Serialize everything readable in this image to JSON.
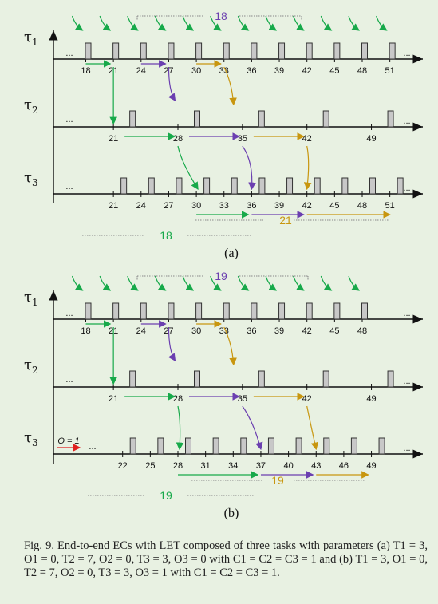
{
  "colors": {
    "green": "#17a94a",
    "purple": "#6b3fb0",
    "gold": "#c8960f",
    "red": "#e01e1e",
    "job": "#c8c8c8"
  },
  "task_labels": [
    "τ1",
    "τ2",
    "τ3"
  ],
  "ellipsis": "...",
  "panels": [
    {
      "sublabel": "(a)",
      "tau1_ticks": [
        18,
        21,
        24,
        27,
        30,
        33,
        36,
        39,
        42,
        45,
        48,
        51
      ],
      "tau2_ticks": [
        21,
        28,
        35,
        42,
        49
      ],
      "tau3_ticks": [
        21,
        24,
        27,
        30,
        33,
        36,
        39,
        42,
        45,
        48,
        51
      ],
      "top_brace": "18",
      "bottom_label_left": "18",
      "bottom_label_right": "21"
    },
    {
      "sublabel": "(b)",
      "tau1_ticks": [
        18,
        21,
        24,
        27,
        30,
        33,
        36,
        39,
        42,
        45,
        48
      ],
      "tau2_ticks": [
        21,
        28,
        35,
        42,
        49
      ],
      "tau3_ticks": [
        22,
        25,
        28,
        31,
        34,
        37,
        40,
        43,
        46,
        49
      ],
      "top_brace": "19",
      "bottom_label_left": "19",
      "bottom_label_right": "19",
      "offset_label": "O = 1"
    }
  ],
  "caption": "Fig. 9.   End-to-end ECs with LET composed of three tasks with parameters (a) T1 = 3, O1 = 0, T2 = 7, O2 = 0, T3 = 3, O3 = 0 with C1 = C2 = C3 = 1 and (b) T1 = 3, O1 = 0, T2 = 7, O2 = 0, T3 = 3, O3 = 1 with C1 = C2 = C3 = 1."
}
